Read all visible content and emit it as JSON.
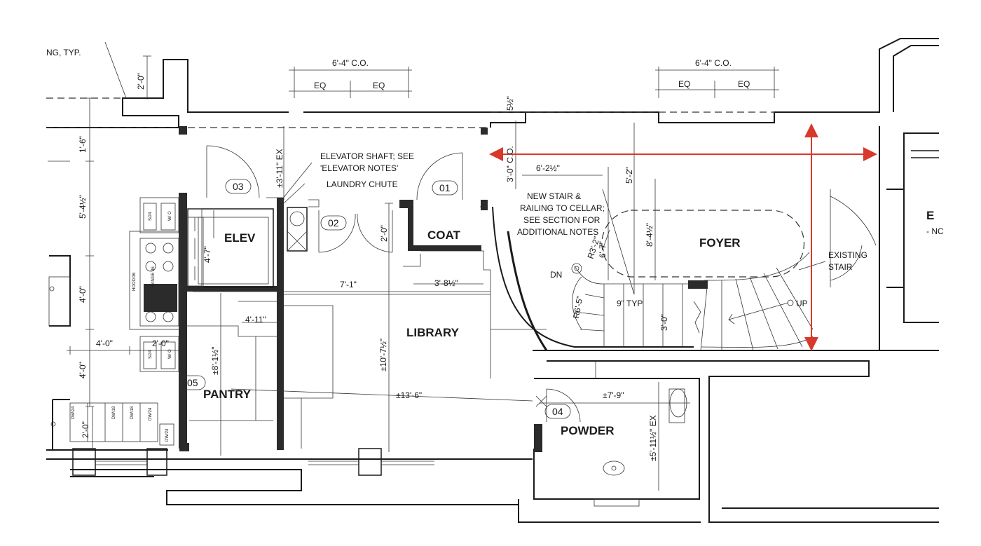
{
  "rooms": {
    "elev": "ELEV",
    "coat": "COAT",
    "foyer": "FOYER",
    "library": "LIBRARY",
    "pantry": "PANTRY",
    "powder": "POWDER",
    "partial_right": "E"
  },
  "door_tags": {
    "t01": "01",
    "t02": "02",
    "t03": "03",
    "t04": "04",
    "t05": "05"
  },
  "notes": {
    "ng_typ": "NG, TYP.",
    "elevator_shaft_1": "ELEVATOR SHAFT; SEE",
    "elevator_shaft_2": "'ELEVATOR NOTES'",
    "laundry_chute": "LAUNDRY CHUTE",
    "new_stair_1": "NEW STAIR &",
    "new_stair_2": "RAILING TO CELLAR;",
    "new_stair_3": "SEE SECTION FOR",
    "new_stair_4": "ADDITIONAL NOTES",
    "existing_stair_1": "EXISTING",
    "existing_stair_2": "STAIR",
    "dn": "DN",
    "up": "UP",
    "partial_nc": "- NC"
  },
  "dimensions": {
    "co_left": "6'-4\" C.O.",
    "co_right": "6'-4\" C.O.",
    "eq_l1": "EQ",
    "eq_l2": "EQ",
    "eq_r1": "EQ",
    "eq_r2": "EQ",
    "d_2_0_top": "2'-0\"",
    "d_1_6": "1'-6\"",
    "d_5_4_half": "5'-4½\"",
    "d_4_0_left": "4'-0\"",
    "d_4_0_lower": "4'-0\"",
    "d_4_0_horiz": "4'-0\"",
    "d_2_0_kitchen": "2'-0\"",
    "d_2_0_bottom": "2'-0\"",
    "d_3_11_ex": "±3'-11\" EX",
    "d_4_7": "4'-7\"",
    "d_2_0_coat": "2'-0\"",
    "d_7_1": "7'-1\"",
    "d_3_8_half": "3'-8½\"",
    "d_4_11": "4'-11\"",
    "d_8_1_half": "±8'-1½\"",
    "d_10_7_half": "±10'-7½\"",
    "d_13_6": "±13'-6\"",
    "d_5_half": "5½\"",
    "d_3_0_co": "3'-0\" C.O.",
    "d_6_2_half": "6'-2½\"",
    "d_5_2": "5'-2\"",
    "d_8_4_half": "8'-4½\"",
    "d_6_7": "6'-7\"",
    "d_r3_2": "R3'-2\"",
    "d_r6_5": "R6'-5\"",
    "d_9_typ": "9\" TYP",
    "d_3_0_stair": "3'-0\"",
    "d_7_9": "±7'-9\"",
    "d_5_11_half": "±5'-11½\" EX"
  },
  "appliance_labels": [
    "S/24",
    "W/ O",
    "HOOD/36",
    "RANGE 36",
    "S/24",
    "W/ O",
    "DW/24",
    "DW/18",
    "DW/18",
    "DW/24",
    "DW/24"
  ],
  "colors": {
    "wall": "#2b2b2b",
    "line": "#1a1a1a",
    "annotation_arrow": "#d8392b"
  }
}
